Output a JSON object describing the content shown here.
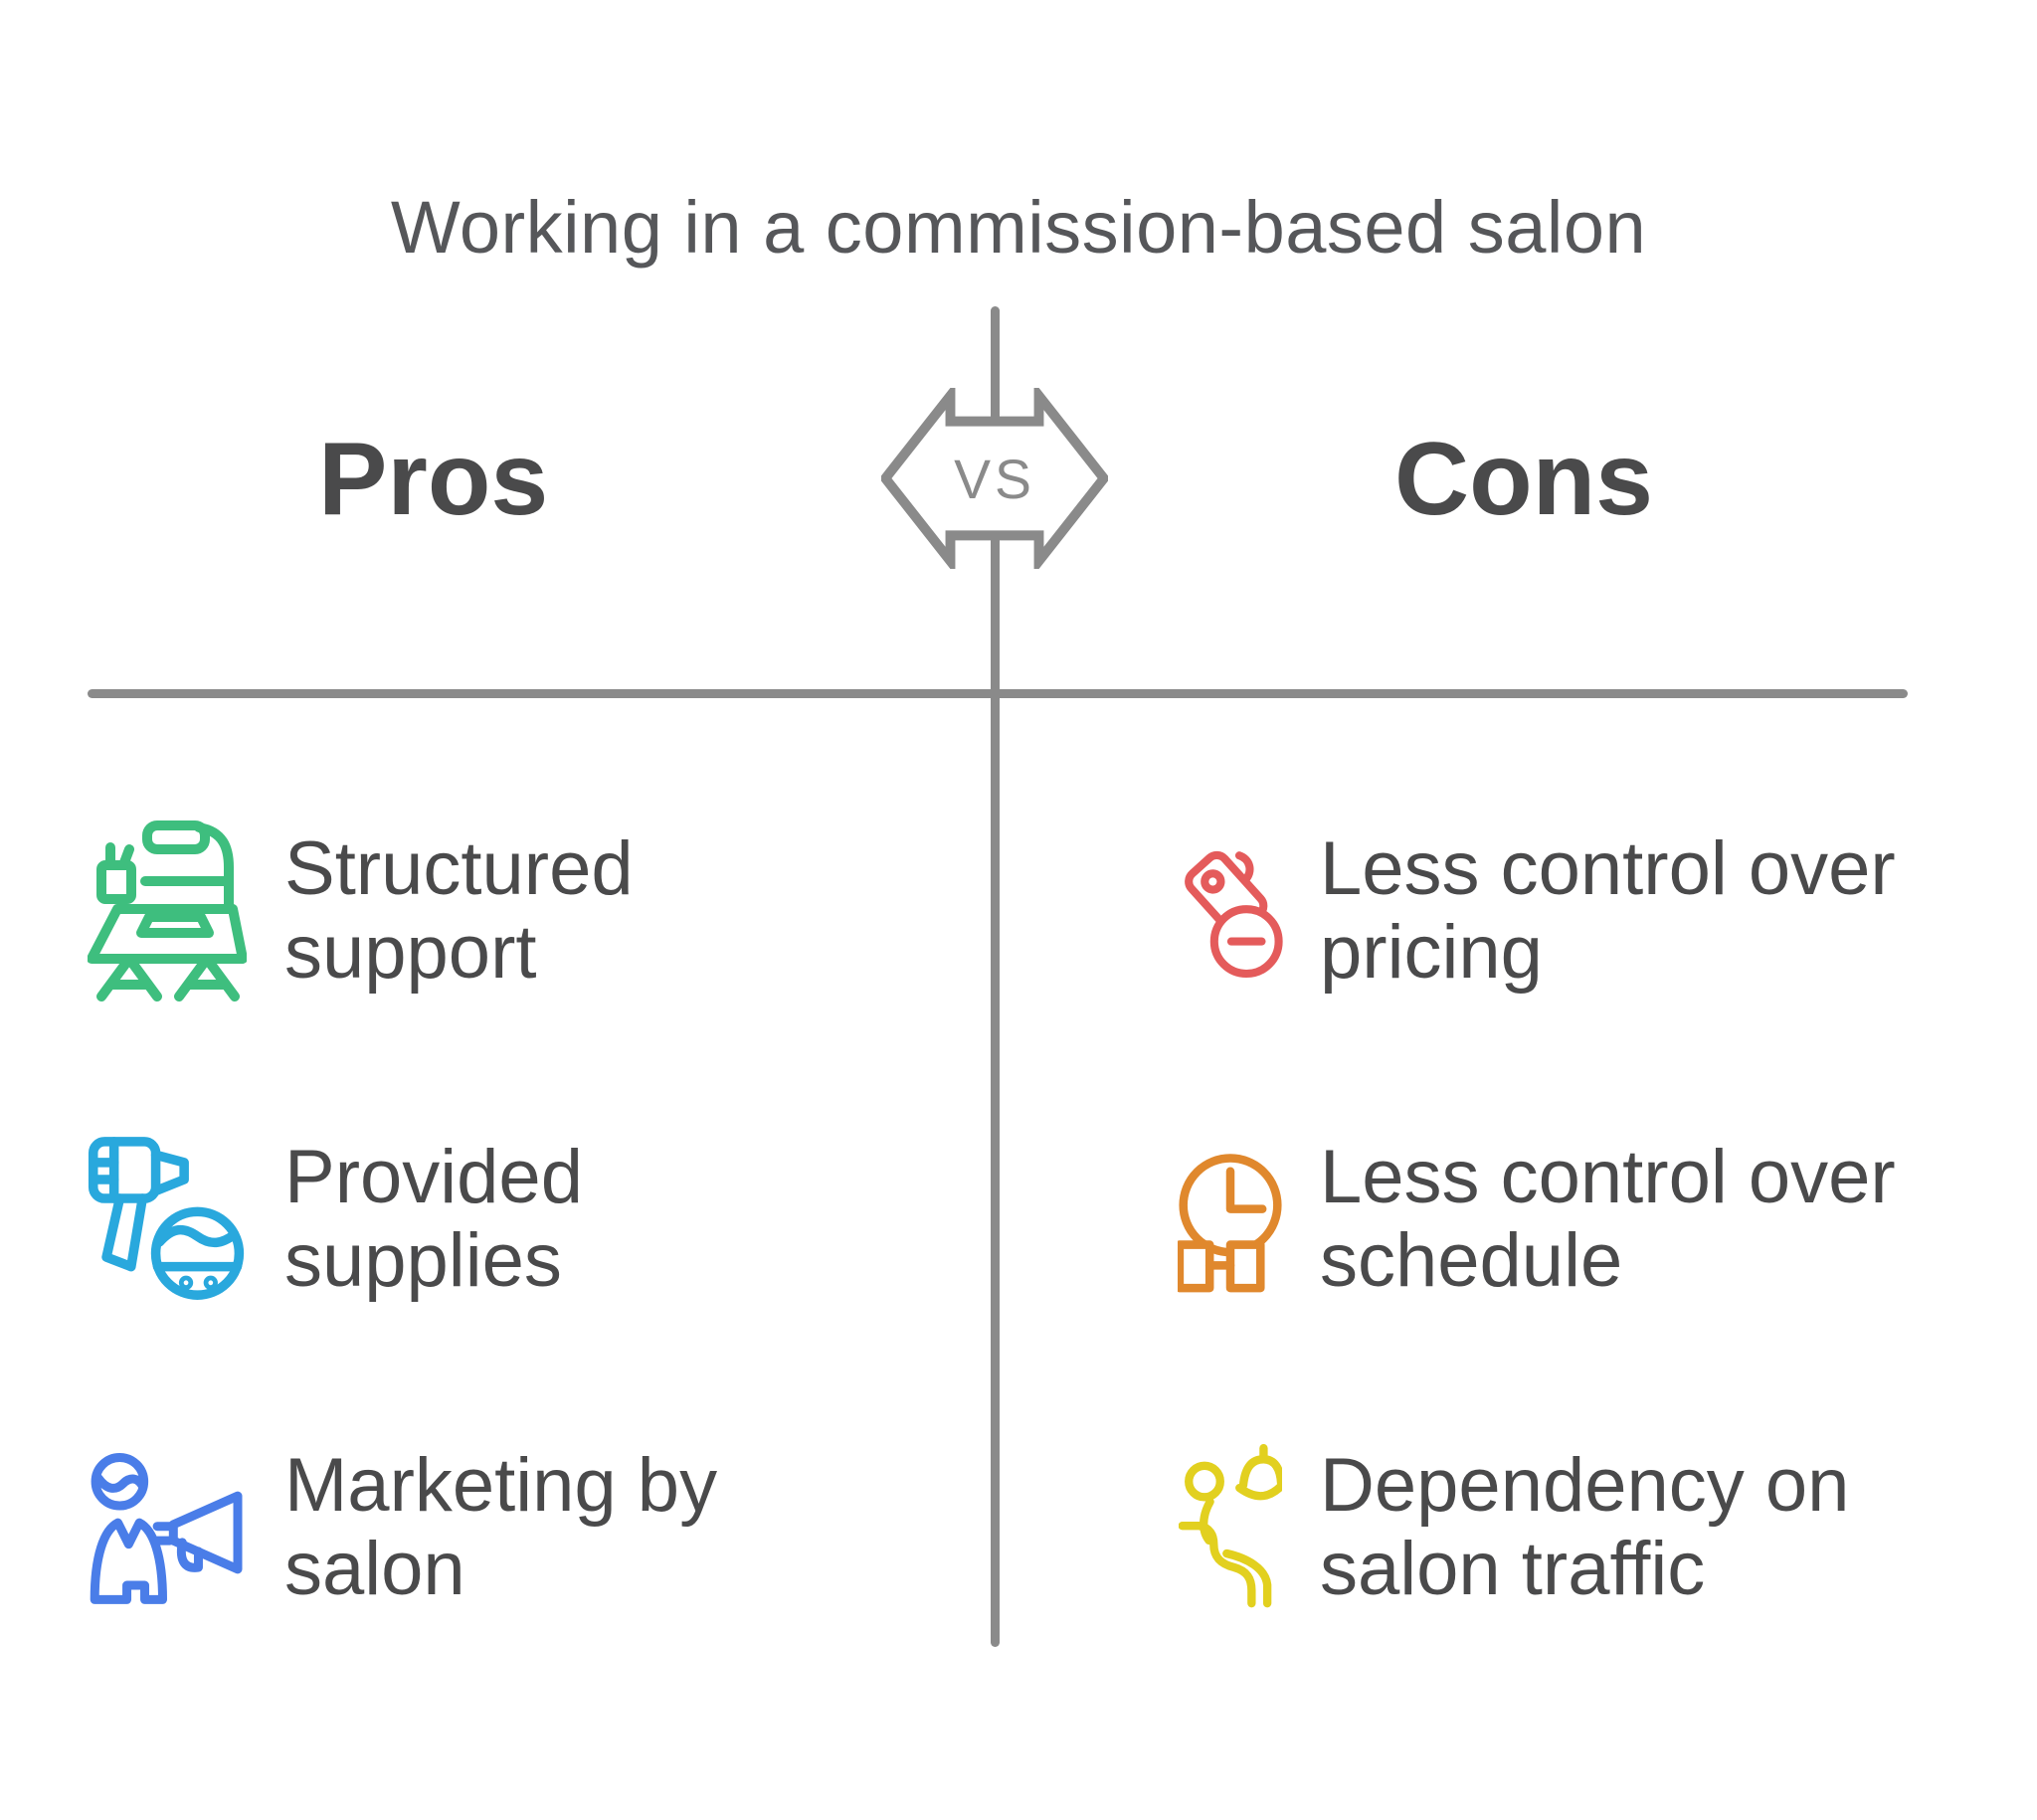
{
  "title": "Working in a commission-based salon",
  "badge": {
    "label": "VS"
  },
  "pros": {
    "heading": "Pros",
    "items": [
      {
        "icon": "styling-station-icon",
        "label": "Structured support",
        "color": "#3ebe7e"
      },
      {
        "icon": "hair-dryer-icon",
        "label": "Provided supplies",
        "color": "#29a8dd"
      },
      {
        "icon": "megaphone-person-icon",
        "label": "Marketing by salon",
        "color": "#4a7de8"
      }
    ]
  },
  "cons": {
    "heading": "Cons",
    "items": [
      {
        "icon": "price-tag-minus-icon",
        "label": "Less control over pricing",
        "color": "#e45b5b"
      },
      {
        "icon": "clock-schedule-icon",
        "label": "Less control over schedule",
        "color": "#e0882d"
      },
      {
        "icon": "salon-chair-client-icon",
        "label": "Dependency on salon traffic",
        "color": "#e2d01f"
      }
    ]
  },
  "colors": {
    "divider": "#8a8a8a",
    "title_text": "#56575a",
    "body_text": "#4a4a4b"
  }
}
